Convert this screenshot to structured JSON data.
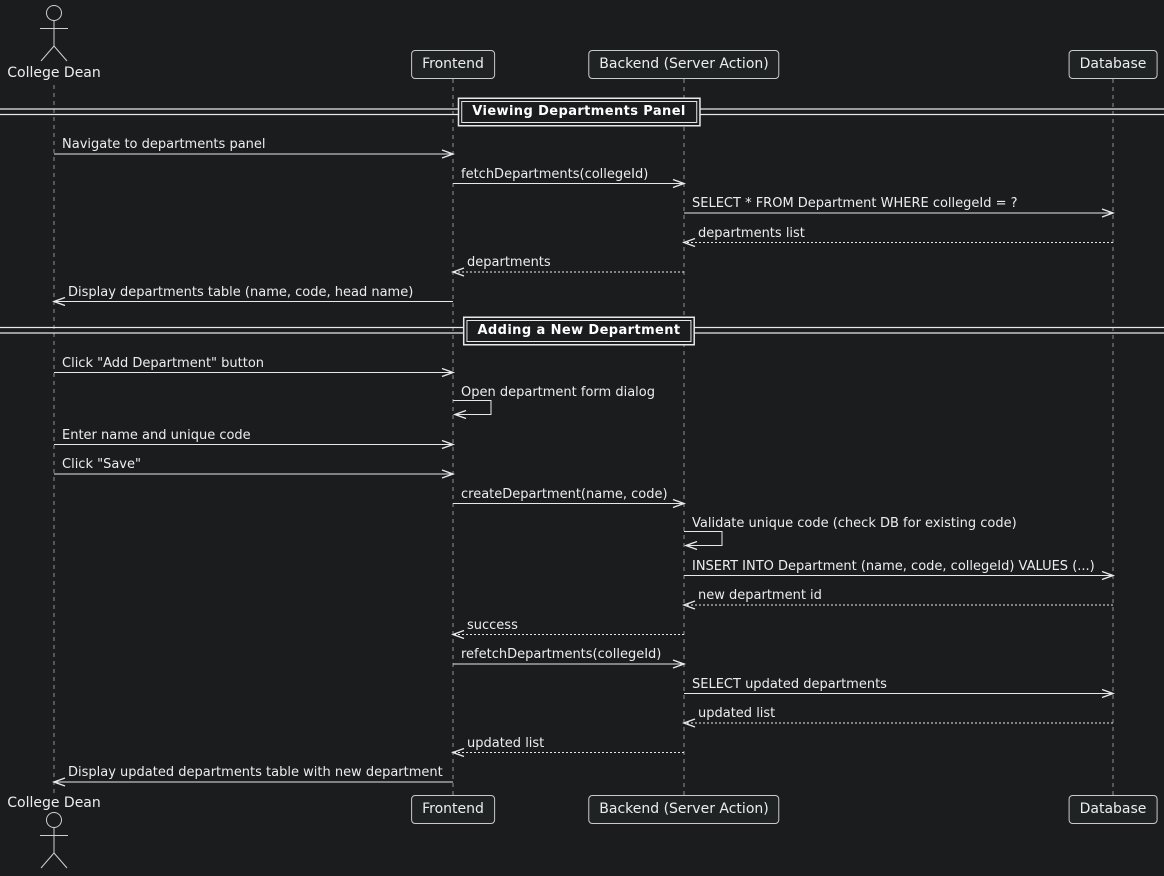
{
  "colors": {
    "background": "#1a1c1d",
    "line": "#e8e8e8",
    "text": "#ededed",
    "lifeline": "#909090",
    "box_fill": "#202324",
    "box_border": "#c9c9c9",
    "divider_text": "#ffffff"
  },
  "actor": {
    "id": "dean",
    "name": "College Dean"
  },
  "participants": [
    {
      "id": "frontend",
      "name": "Frontend"
    },
    {
      "id": "backend",
      "name": "Backend (Server Action)"
    },
    {
      "id": "database",
      "name": "Database"
    }
  ],
  "sequence": [
    {
      "type": "divider",
      "label": "Viewing Departments Panel"
    },
    {
      "type": "message",
      "from": "dean",
      "to": "frontend",
      "line": "solid",
      "label": "Navigate to departments panel"
    },
    {
      "type": "message",
      "from": "frontend",
      "to": "backend",
      "line": "solid",
      "label": "fetchDepartments(collegeId)"
    },
    {
      "type": "message",
      "from": "backend",
      "to": "database",
      "line": "solid",
      "label": "SELECT * FROM Department WHERE collegeId = ?"
    },
    {
      "type": "message",
      "from": "database",
      "to": "backend",
      "line": "dashed",
      "label": "departments list"
    },
    {
      "type": "message",
      "from": "backend",
      "to": "frontend",
      "line": "dashed",
      "label": "departments"
    },
    {
      "type": "message",
      "from": "frontend",
      "to": "dean",
      "line": "solid",
      "label": "Display departments table (name, code, head name)"
    },
    {
      "type": "divider",
      "label": "Adding a New Department"
    },
    {
      "type": "message",
      "from": "dean",
      "to": "frontend",
      "line": "solid",
      "label": "Click \"Add Department\" button"
    },
    {
      "type": "self",
      "on": "frontend",
      "label": "Open department form dialog"
    },
    {
      "type": "message",
      "from": "dean",
      "to": "frontend",
      "line": "solid",
      "label": "Enter name and unique code"
    },
    {
      "type": "message",
      "from": "dean",
      "to": "frontend",
      "line": "solid",
      "label": "Click \"Save\""
    },
    {
      "type": "message",
      "from": "frontend",
      "to": "backend",
      "line": "solid",
      "label": "createDepartment(name, code)"
    },
    {
      "type": "self",
      "on": "backend",
      "label": "Validate unique code (check DB for existing code)"
    },
    {
      "type": "message",
      "from": "backend",
      "to": "database",
      "line": "solid",
      "label": "INSERT INTO Department (name, code, collegeId) VALUES (...)"
    },
    {
      "type": "message",
      "from": "database",
      "to": "backend",
      "line": "dashed",
      "label": "new department id"
    },
    {
      "type": "message",
      "from": "backend",
      "to": "frontend",
      "line": "dashed",
      "label": "success"
    },
    {
      "type": "message",
      "from": "frontend",
      "to": "backend",
      "line": "solid",
      "label": "refetchDepartments(collegeId)"
    },
    {
      "type": "message",
      "from": "backend",
      "to": "database",
      "line": "solid",
      "label": "SELECT updated departments"
    },
    {
      "type": "message",
      "from": "database",
      "to": "backend",
      "line": "dashed",
      "label": "updated list"
    },
    {
      "type": "message",
      "from": "backend",
      "to": "frontend",
      "line": "dashed",
      "label": "updated list"
    },
    {
      "type": "message",
      "from": "frontend",
      "to": "dean",
      "line": "solid",
      "label": "Display updated departments table with new department"
    }
  ]
}
